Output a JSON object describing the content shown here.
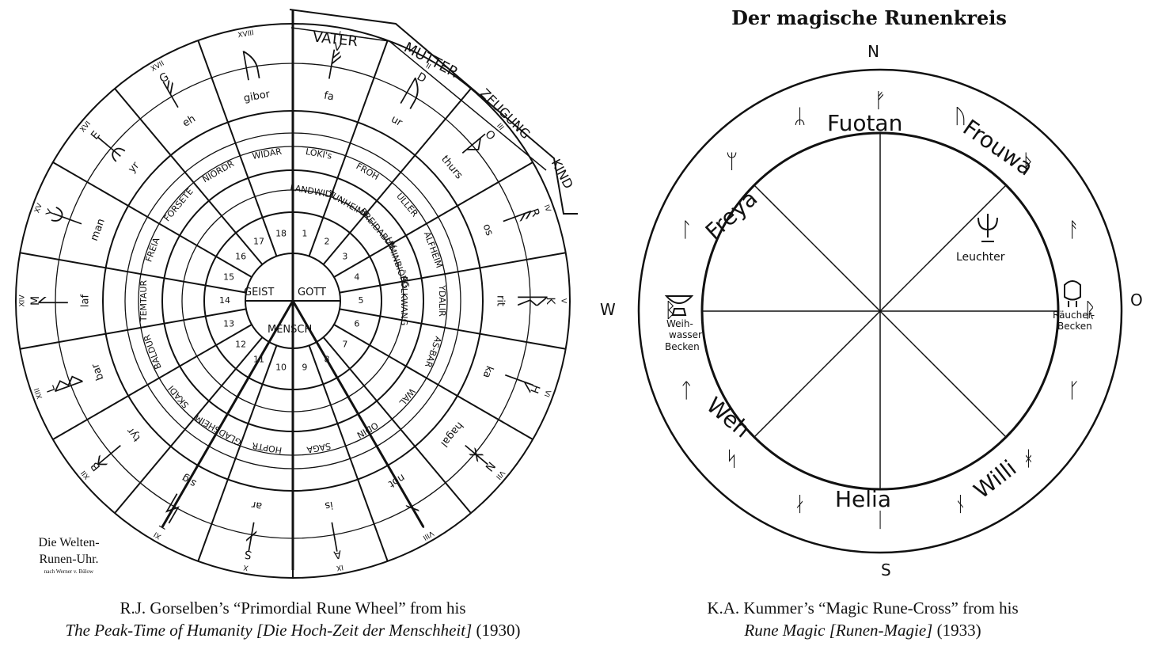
{
  "left_figure": {
    "label_line1": "Die Welten-",
    "label_line2": "Runen-Uhr.",
    "label_small": "nach Werner v. Bülow",
    "center": {
      "geist": "GEIST",
      "gott": "GOTT",
      "mensch": "MENSCH"
    },
    "outer_band": [
      "VATER",
      "MUTTER",
      "ZEUGUNG",
      "KIND"
    ],
    "gods": [
      "LOKI's",
      "FROH",
      "ULLER",
      "ALFHEIM",
      "YDALIR",
      "AS-BAR",
      "WAL",
      "ODIN",
      "SAGA",
      "HOPTR",
      "GLADSHEIM",
      "SKADI",
      "BALDUR",
      "TEMTAUR",
      "FREIA",
      "FORSETE",
      "NIORDR",
      "WIDAR",
      "LANDWIDI",
      "TUNHEIMR",
      "BREIDABLIK",
      "HIMINBIÖRG",
      "FÓLKWANG"
    ],
    "ring_numbers": [
      "1",
      "2",
      "3",
      "4",
      "5",
      "6",
      "7",
      "8",
      "9",
      "10",
      "11",
      "12",
      "13",
      "14",
      "15",
      "16",
      "17",
      "18"
    ],
    "rune_names": [
      "fa",
      "ur",
      "thurs",
      "os",
      "rit",
      "ka",
      "hagal",
      "not",
      "is",
      "ar",
      "sig",
      "tyr",
      "bar",
      "laf",
      "man",
      "yr",
      "eh",
      "gibor"
    ],
    "roman": [
      "I",
      "II",
      "III",
      "IV",
      "V",
      "VI",
      "VII",
      "VIII",
      "IX",
      "X",
      "XI",
      "XII",
      "XIII",
      "XIV",
      "XV",
      "XVI",
      "XVII",
      "XVIII"
    ],
    "sector_letters": [
      "V",
      "D",
      "O",
      "R",
      "K",
      "H",
      "N",
      "I",
      "A",
      "S",
      "T",
      "B",
      "L",
      "M",
      "Y",
      "E",
      "G"
    ]
  },
  "right_figure": {
    "title": "Der magische Runenkreis",
    "compass": {
      "north": "N",
      "south": "S",
      "west": "W",
      "east": "O"
    },
    "ring_names": [
      "Fuotan",
      "Frouwa",
      "Freya",
      "Weh",
      "Helia",
      "Willi"
    ],
    "objects": {
      "leuchter": "Leuchter",
      "weih1": "Weih-",
      "weih2": "wasser",
      "weih3": "Becken",
      "rauch1": "Räucher-",
      "rauch2": "Becken"
    },
    "outer_runes": [
      "ᚠ",
      "ᚢ",
      "ᚦ",
      "ᚨ",
      "ᚱ",
      "ᚴ",
      "ᚼ",
      "ᚾ",
      "ᛁ",
      "ᛅ",
      "ᛋ",
      "ᛏ",
      "ᛒ",
      "ᛚ",
      "ᛘ",
      "ᛦ"
    ]
  },
  "captions": {
    "left_line1": "R.J. Gorselben’s “Primordial Rune Wheel” from his",
    "left_italic": "The Peak-Time of Humanity [Die Hoch-Zeit der Menschheit]",
    "left_year": " (1930)",
    "right_line1": "K.A. Kummer’s “Magic Rune-Cross” from his",
    "right_italic": "Rune Magic [Runen-Magie]",
    "right_year": " (1933)"
  }
}
